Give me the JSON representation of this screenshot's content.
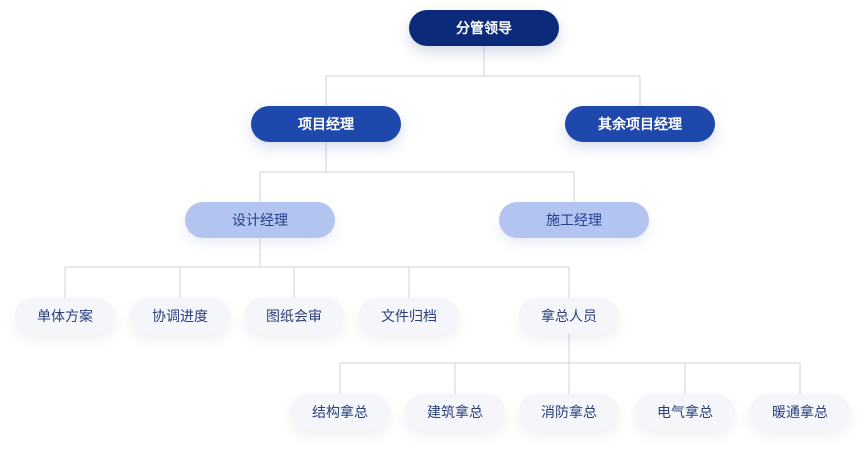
{
  "top": {
    "label": "分管领导"
  },
  "level2": [
    {
      "label": "项目经理"
    },
    {
      "label": "其余项目经理"
    }
  ],
  "level3": [
    {
      "label": "设计经理"
    },
    {
      "label": "施工经理"
    }
  ],
  "level4": [
    {
      "label": "单体方案"
    },
    {
      "label": "协调进度"
    },
    {
      "label": "图纸会审"
    },
    {
      "label": "文件归档"
    },
    {
      "label": "拿总人员"
    }
  ],
  "level5": [
    {
      "label": "结构拿总"
    },
    {
      "label": "建筑拿总"
    },
    {
      "label": "消防拿总"
    },
    {
      "label": "电气拿总"
    },
    {
      "label": "暖通拿总"
    }
  ],
  "colors": {
    "top": "#0b2a7a",
    "level2": "#1f48ad",
    "level3": "#b3c4f0",
    "leaf": "#f4f6fa",
    "connector": "#cfd3dc"
  }
}
